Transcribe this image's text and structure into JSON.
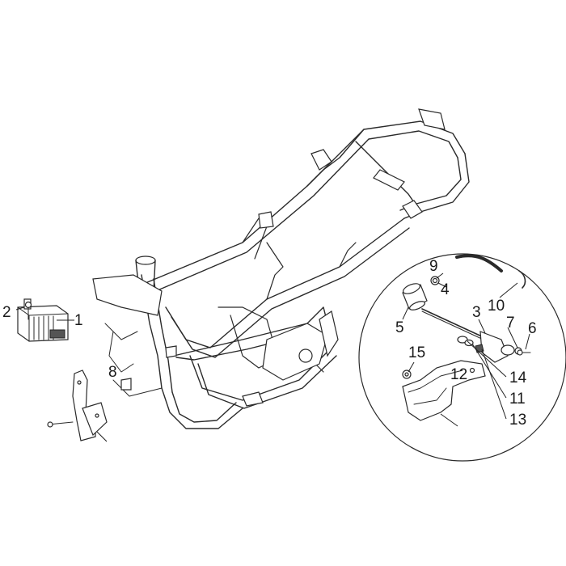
{
  "callouts": {
    "c1": "1",
    "c2": "2",
    "c3": "3",
    "c4": "4",
    "c5": "5",
    "c6": "6",
    "c7": "7",
    "c8": "8",
    "c9": "9",
    "c10": "10",
    "c11": "11",
    "c12": "12",
    "c13": "13",
    "c14": "14",
    "c15": "15"
  },
  "colors": {
    "line": "#2a2a2a",
    "background": "#ffffff"
  }
}
